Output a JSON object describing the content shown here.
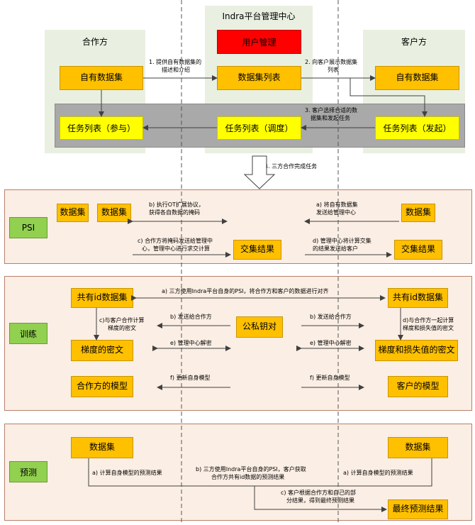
{
  "top": {
    "partner_title": "合作方",
    "center_title": "Indra平台管理中心",
    "customer_title": "客户方",
    "user_mgmt": "用户管理",
    "partner_dataset": "自有数据集",
    "dataset_list": "数据集列表",
    "customer_dataset": "自有数据集",
    "task_partner": "任务列表（参与）",
    "task_center": "任务列表（调度）",
    "task_customer": "任务列表（发起）",
    "note1_line1": "1. 提供自有数据集的",
    "note1_line2": "描述和介绍",
    "note2_line1": "2. 向客户展示数据集",
    "note2_line2": "列表",
    "note3_line1": "3. 客户选择合适的数",
    "note3_line2": "据集和发起任务",
    "note4": "4. 三方合作完成任务"
  },
  "psi": {
    "label": "PSI",
    "ds1": "数据集",
    "ds2": "数据集",
    "ds_customer": "数据集",
    "inter": "交集结果",
    "inter_customer": "交集结果",
    "b_line1": "b) 执行OT扩展协议，",
    "b_line2": "获得各自数据的掩码",
    "a_line1": "a) 将自有数据集",
    "a_line2": "发送给管理中心",
    "c_line1": "c) 合作方将掩码发送给管理中",
    "c_line2": "心，管理中心进行求交计算",
    "d_line1": "d) 管理中心将计算交集",
    "d_line2": "的结果发送给客户"
  },
  "train": {
    "label": "训练",
    "shared_p": "共有id数据集",
    "shared_c": "共有id数据集",
    "grad_p": "梯度的密文",
    "grad_c": "梯度和损失值的密文",
    "model_p": "合作方的模型",
    "model_c": "客户的模型",
    "keypair": "公私钥对",
    "a_text": "a) 三方使用Indra平台自身的PSI，将合作方和客户的数据进行对齐",
    "bL": "b) 发送给合作方",
    "bR": "b) 发送给合作方",
    "c_line1": "c)与客户合作计算",
    "c_line2": "梯度的密文",
    "d_line1": "d)与合作方一起计算",
    "d_line2": "梯度和损失值的密文",
    "eL": "e) 管理中心解密",
    "eR": "e) 管理中心解密",
    "fL": "f) 更新自身模型",
    "fR": "f) 更新自身模型"
  },
  "predict": {
    "label": "预测",
    "ds_p": "数据集",
    "ds_c": "数据集",
    "final": "最终预测结果",
    "aL": "a) 计算自身模型的预测结果",
    "aR": "a) 计算自身模型的预测结果",
    "b_line1": "b) 三方使用Indra平台自身的PSI，客户获取",
    "b_line2": "合作方共有id数据的预测结果",
    "c_line1": "c) 客户根据合作方和自己的部",
    "c_line2": "分结果，得到最终预测结果"
  },
  "colors": {
    "orange": "#ffc000",
    "yellow": "#ffff00",
    "red": "#ff0000",
    "green": "#92d050",
    "section_bg": "#fbeee4",
    "panel_bg": "#e9f0e1",
    "band_gray": "#a9a9a9"
  }
}
